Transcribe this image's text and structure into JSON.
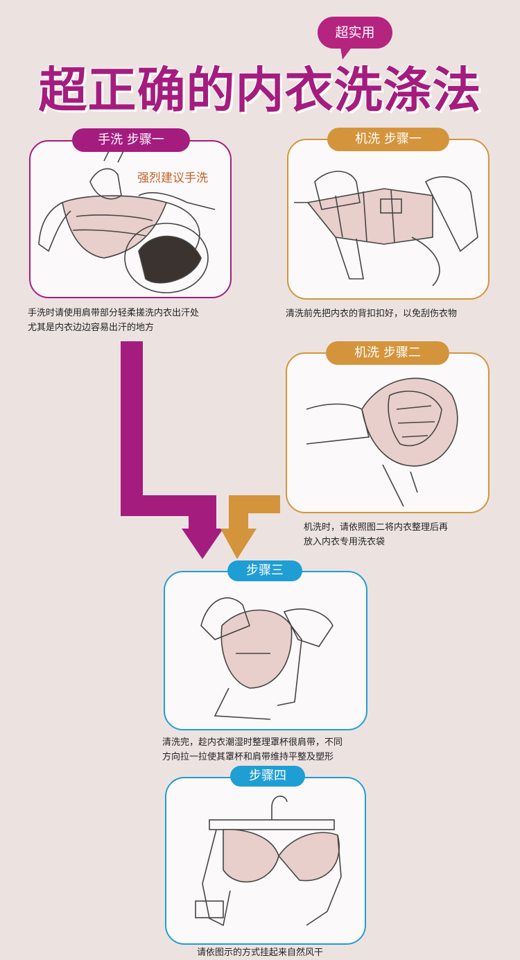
{
  "badge": "超实用",
  "title": "超正确的内衣洗涤法",
  "steps": {
    "hand1": {
      "label": "手洗 步骤一",
      "note": "强烈建议手洗",
      "caption_line1": "手洗时请使用肩带部分轻柔搓洗内衣出汗处",
      "caption_line2": "尤其是内衣边边容易出汗的地方"
    },
    "machine1": {
      "label": "机洗 步骤一",
      "caption": "清洗前先把内衣的背扣扣好，以免刮伤衣物"
    },
    "machine2": {
      "label": "机洗 步骤二",
      "caption_line1": "机洗时，请依照图二将内衣整理后再",
      "caption_line2": "放入内衣专用洗衣袋"
    },
    "step3": {
      "label": "步骤三",
      "caption_line1": "清洗完，趁内衣潮湿时整理罩杯很肩带，不同",
      "caption_line2": "方向拉一拉使其罩杯和肩带维持平整及塑形"
    },
    "step4": {
      "label": "步骤四",
      "caption": "请依图示的方式挂起来自然风干"
    }
  },
  "colors": {
    "hand": "#a51c7f",
    "machine": "#d4943c",
    "common": "#1f9ed4",
    "background": "#ece3e1"
  }
}
